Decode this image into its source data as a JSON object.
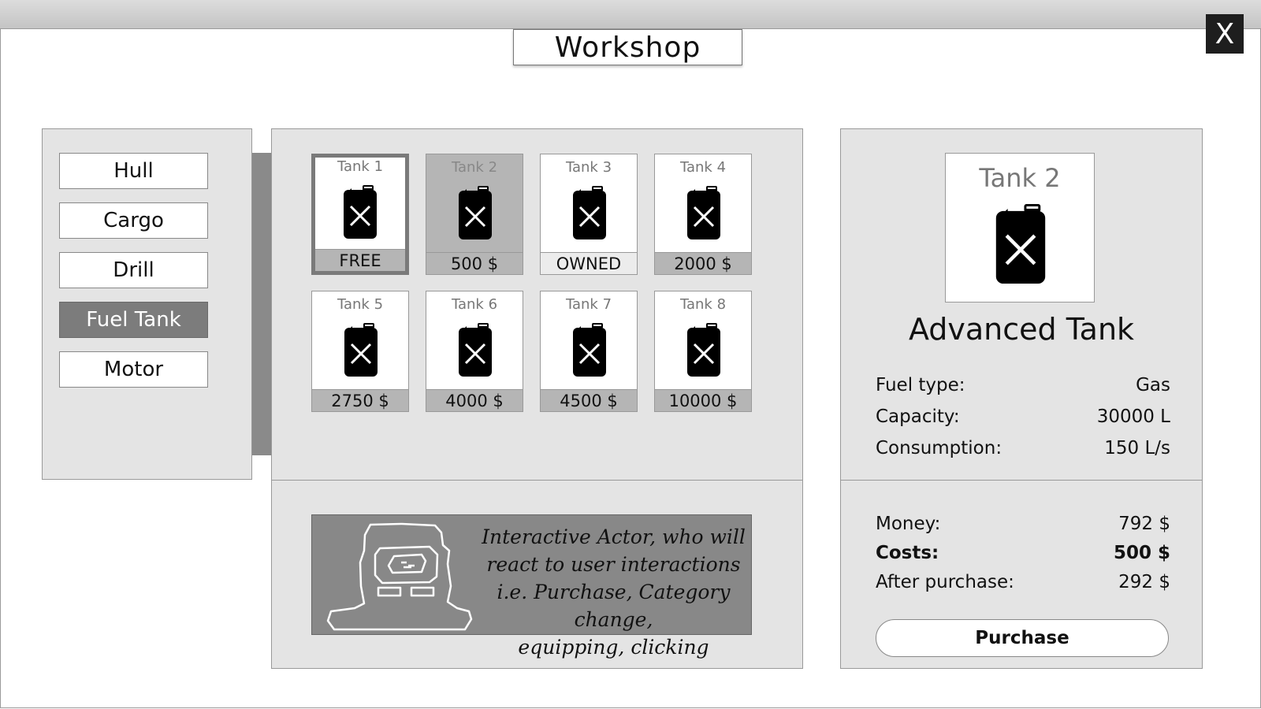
{
  "window": {
    "title": "Workshop",
    "close_label": "X"
  },
  "categories": [
    {
      "label": "Hull",
      "active": false
    },
    {
      "label": "Cargo",
      "active": false
    },
    {
      "label": "Drill",
      "active": false
    },
    {
      "label": "Fuel Tank",
      "active": true
    },
    {
      "label": "Motor",
      "active": false
    }
  ],
  "items": [
    {
      "name": "Tank 1",
      "price": "FREE",
      "state": "equipped"
    },
    {
      "name": "Tank 2",
      "price": "500 $",
      "state": "selected"
    },
    {
      "name": "Tank 3",
      "price": "OWNED",
      "state": "owned"
    },
    {
      "name": "Tank 4",
      "price": "2000 $",
      "state": "normal"
    },
    {
      "name": "Tank 5",
      "price": "2750 $",
      "state": "normal"
    },
    {
      "name": "Tank 6",
      "price": "4000 $",
      "state": "normal"
    },
    {
      "name": "Tank 7",
      "price": "4500 $",
      "state": "normal"
    },
    {
      "name": "Tank 8",
      "price": "10000 $",
      "state": "normal"
    }
  ],
  "actor": {
    "lines": [
      "Interactive Actor, who will",
      "react to user interactions",
      "i.e. Purchase, Category change,",
      "equipping, clicking"
    ]
  },
  "detail": {
    "preview_name": "Tank 2",
    "title": "Advanced Tank",
    "stats": [
      {
        "label": "Fuel type:",
        "value": "Gas"
      },
      {
        "label": "Capacity:",
        "value": "30000 L"
      },
      {
        "label": "Consumption:",
        "value": "150 L/s"
      }
    ]
  },
  "finance": {
    "money_label": "Money:",
    "money_value": "792 $",
    "costs_label": "Costs:",
    "costs_value": "500 $",
    "after_label": "After purchase:",
    "after_value": "292 $"
  },
  "purchase_label": "Purchase",
  "icons": {
    "item": "fuel-canister-icon",
    "actor": "robot-actor-icon"
  }
}
